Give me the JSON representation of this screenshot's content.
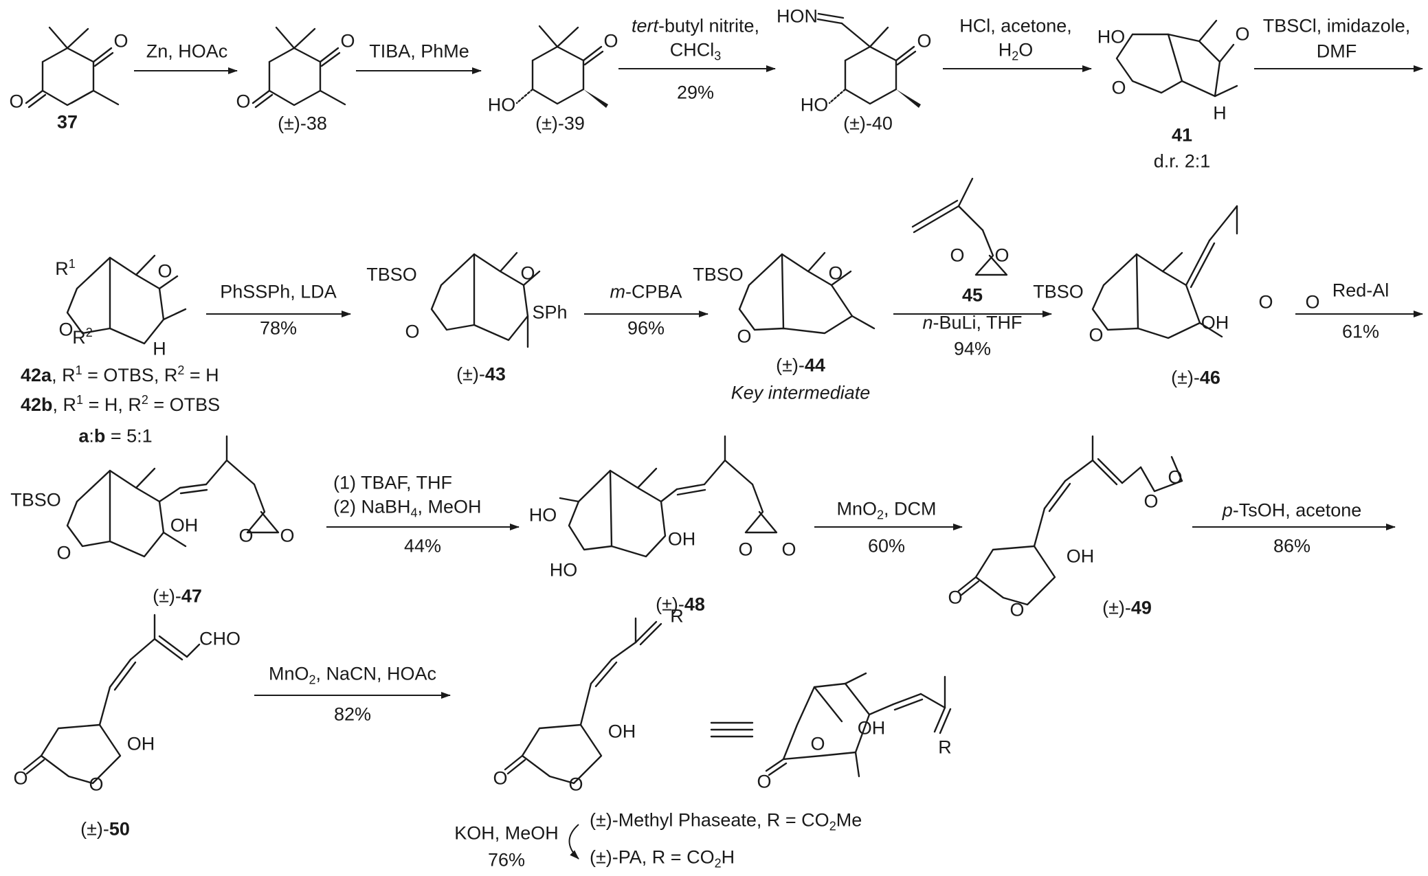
{
  "compounds": {
    "c37": "37",
    "c38": "(±)-38",
    "c39": "(±)-39",
    "c40": "(±)-40",
    "c41": "41",
    "c41_dr": "d.r. 2:1",
    "c42a": "42a, R1 = OTBS, R2 = H",
    "c42b": "42b, R1 = H, R2 = OTBS",
    "c42_ratio": "a:b = 5:1",
    "c43": "(±)-43",
    "c44": "(±)-44",
    "c44_note": "Key intermediate",
    "c45": "45",
    "c46": "(±)-46",
    "c47": "(±)-47",
    "c48": "(±)-48",
    "c49": "(±)-49",
    "c50": "(±)-50"
  },
  "steps": [
    {
      "above": "Zn, HOAc",
      "below": ""
    },
    {
      "above": "TIBA, PhMe",
      "below": ""
    },
    {
      "above": "tert-butyl nitrite, CHCl3",
      "below": "29%"
    },
    {
      "above": "HCl, acetone, H2O",
      "below": ""
    },
    {
      "above": "TBSCl, imidazole, DMF",
      "below": ""
    },
    {
      "above": "PhSSPh, LDA",
      "below": "78%"
    },
    {
      "above": "m-CPBA",
      "below": "96%"
    },
    {
      "above": "45",
      "below": "n-BuLi, THF 94%"
    },
    {
      "above": "Red-Al",
      "below": "61%"
    },
    {
      "above": "(1) TBAF, THF (2) NaBH4, MeOH",
      "below": "44%"
    },
    {
      "above": "MnO2, DCM",
      "below": "60%"
    },
    {
      "above": "p-TsOH, acetone",
      "below": "86%"
    },
    {
      "above": "MnO2, NaCN, HOAc",
      "below": "82%"
    }
  ],
  "final": {
    "reagent": "KOH, MeOH",
    "yield": "76%",
    "product1": "(±)-Methyl Phaseate, R = CO2Me",
    "product2": "(±)-PA, R = CO2H"
  },
  "atoms": {
    "O": "O",
    "HO": "HO",
    "OH": "OH",
    "H": "H",
    "HON": "HON",
    "TBSO": "TBSO",
    "SPh": "SPh",
    "CHO": "CHO",
    "R": "R",
    "R1": "R1",
    "R2": "R2"
  }
}
